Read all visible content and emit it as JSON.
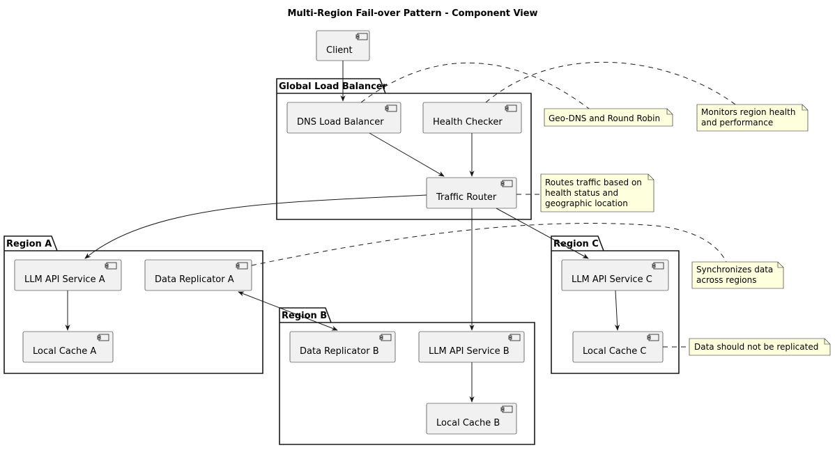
{
  "diagram": {
    "title": "Multi-Region Fail-over Pattern - Component View",
    "packages": {
      "global": "Global Load Balancer",
      "region_a": "Region A",
      "region_b": "Region B",
      "region_c": "Region C"
    },
    "components": {
      "client": "Client",
      "dns_lb": "DNS Load Balancer",
      "health_checker": "Health Checker",
      "traffic_router": "Traffic Router",
      "llm_a": "LLM API Service A",
      "replicator_a": "Data Replicator A",
      "cache_a": "Local Cache A",
      "replicator_b": "Data Replicator B",
      "llm_b": "LLM API Service B",
      "cache_b": "Local Cache B",
      "llm_c": "LLM API Service C",
      "cache_c": "Local Cache C"
    },
    "notes": {
      "geo_dns": [
        "Geo-DNS and Round Robin"
      ],
      "monitors": [
        "Monitors region health",
        "and performance"
      ],
      "routes": [
        "Routes traffic based on",
        "health status and",
        "geographic location"
      ],
      "sync": [
        "Synchronizes data",
        "across regions"
      ],
      "no_replication": [
        "Data should not be replicated"
      ]
    },
    "colors": {
      "component_fill": "#F1F1F1",
      "note_fill": "#FEFFDD",
      "stroke": "#181818"
    }
  }
}
